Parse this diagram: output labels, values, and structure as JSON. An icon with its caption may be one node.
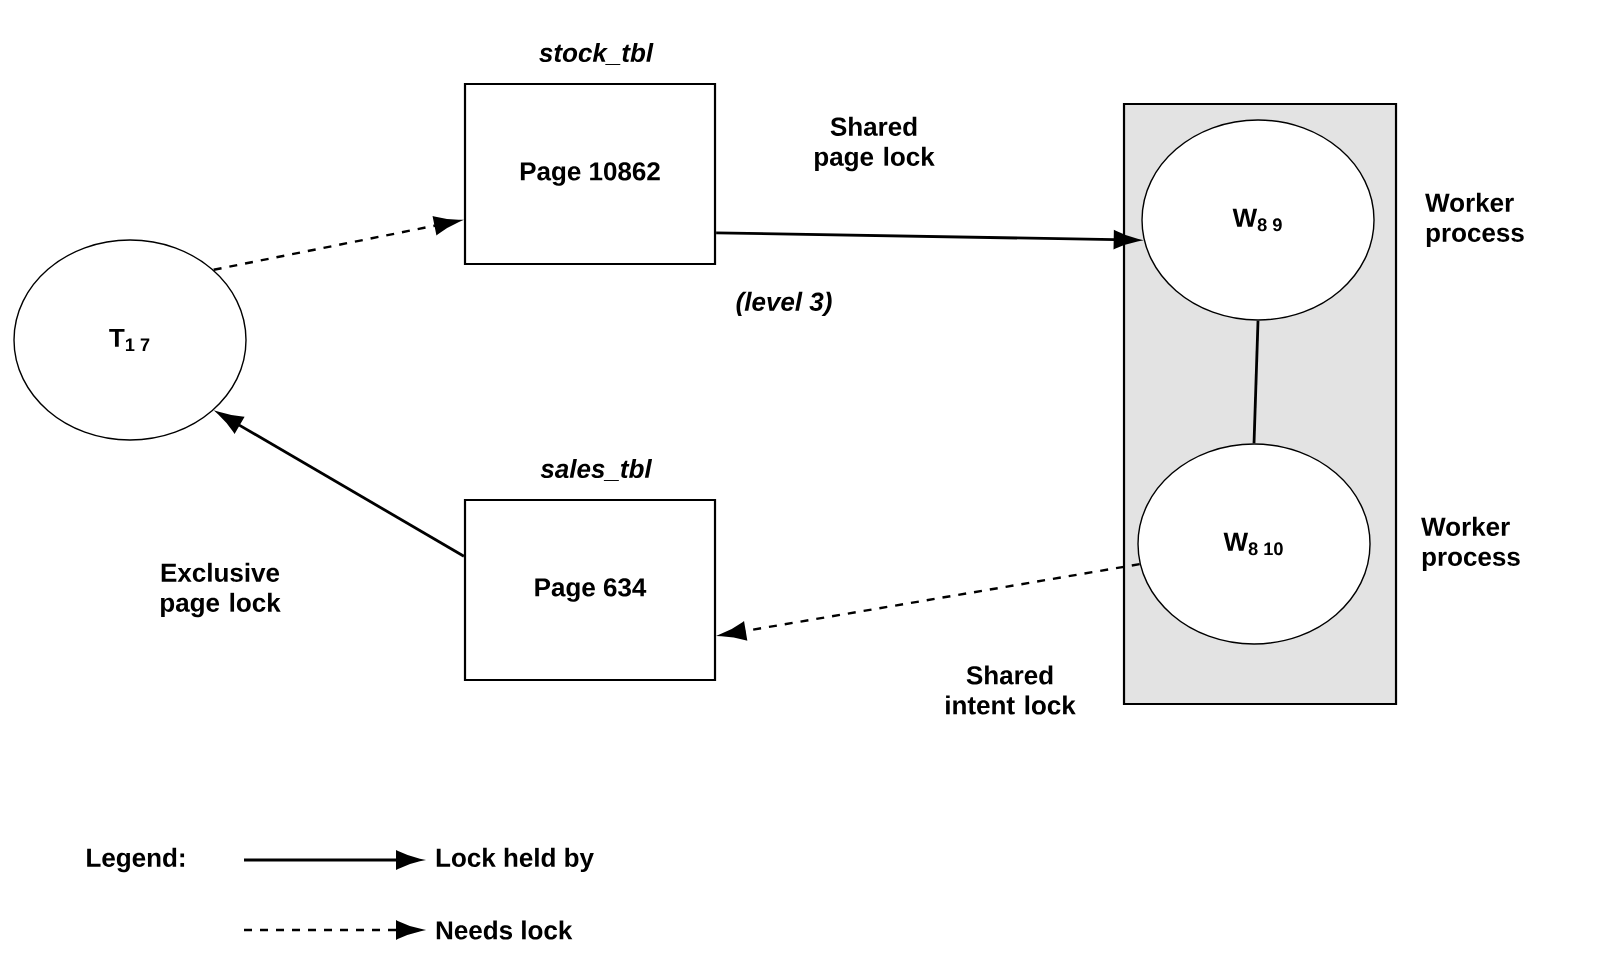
{
  "diagram": {
    "nodes": [
      {
        "text": [
          "T$_{1 7}$"
        ]
      },
      {
        "text": [
          "stock_tbl",
          "Page 10862"
        ]
      },
      {
        "text": [
          "sales_tbl",
          "Page 634"
        ]
      },
      {
        "text": [],
        "shape": "box"
      },
      {
        "text": [
          "W$_{8 9}$"
        ],
        "in": 3,
        "beside": [
          "Worker process"
        ]
      },
      {
        "text": [
          "W$_{8 10}$"
        ],
        "in": 3,
        "beside": [
          "Worker process"
        ]
      }
    ],
    "edges": [
      {
        "from": 0,
        "to": 1,
        "arrow": "to",
        "style": "dashed"
      },
      {
        "from": 1,
        "to": 4,
        "arrow": "to",
        "label": "Shared page lock"
      },
      {
        "from": 5,
        "to": 2,
        "arrow": "to",
        "style": "dashed",
        "label": "Shared intent lock"
      },
      {
        "from": 2,
        "to": 0,
        "arrow": "to",
        "label": "Exclusive page lock"
      },
      {
        "from": 4,
        "to": 5,
        "arrow": "none"
      }
    ],
    "labels": [
      "(level 3)",
      "Legend:"
    ],
    "legend": [
      {
        "text": "Lock held by"
      },
      {
        "text": "Needs lock"
      }
    ]
  }
}
